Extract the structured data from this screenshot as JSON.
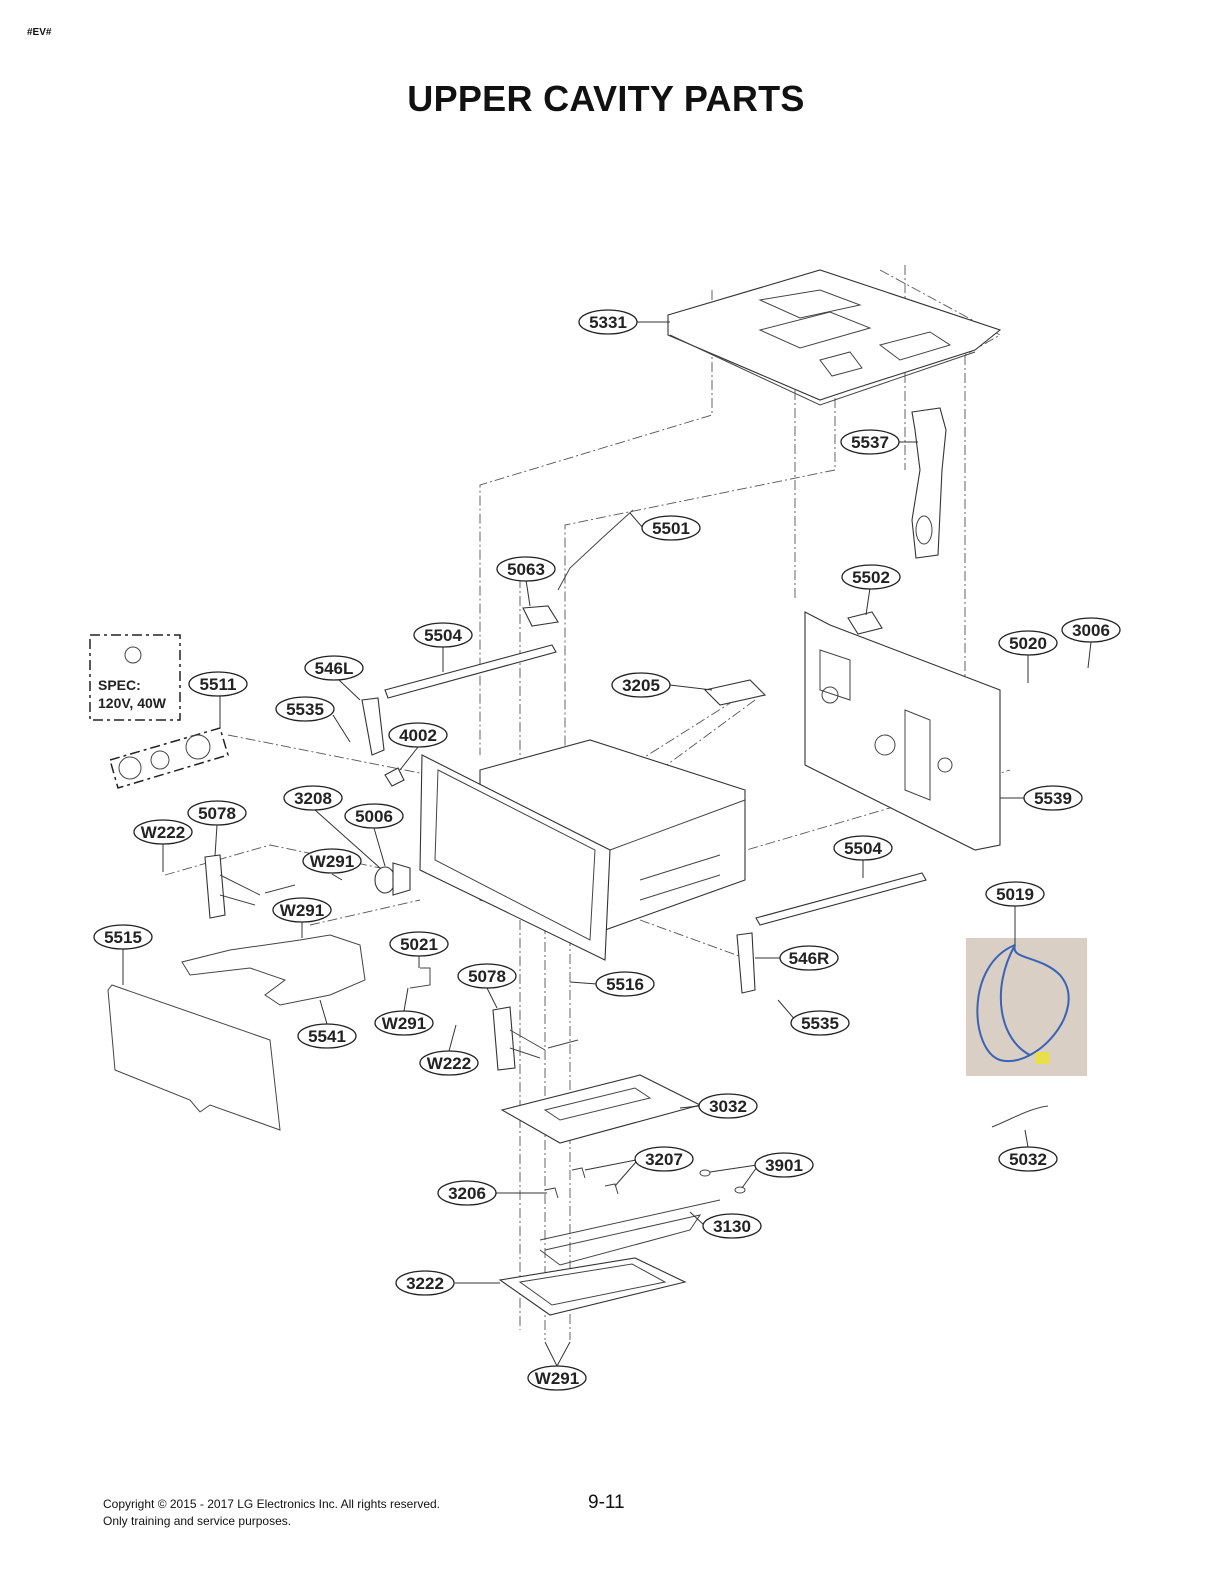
{
  "header": {
    "doc_tag": "#EV#",
    "title": "UPPER CAVITY PARTS"
  },
  "spec_box": {
    "line1": "SPEC:",
    "line2": "120V, 40W"
  },
  "callouts": {
    "c5331": "5331",
    "c5537": "5537",
    "c5501": "5501",
    "c5063": "5063",
    "c5502": "5502",
    "c5504a": "5504",
    "c546L": "546L",
    "c5511": "5511",
    "c5535a": "5535",
    "c4002": "4002",
    "c3205": "3205",
    "c5020": "5020",
    "c3006": "3006",
    "c5539": "5539",
    "c3208": "3208",
    "c5078a": "5078",
    "cW222a": "W222",
    "c5006": "5006",
    "cW291a": "W291",
    "cW291b": "W291",
    "c5504b": "5504",
    "c5019": "5019",
    "c5515": "5515",
    "c5021": "5021",
    "c546R": "546R",
    "c5078b": "5078",
    "c5516": "5516",
    "c5541": "5541",
    "cW291c": "W291",
    "cW222b": "W222",
    "c5535b": "5535",
    "c3032": "3032",
    "c5032": "5032",
    "c3207": "3207",
    "c3901": "3901",
    "c3206": "3206",
    "c3130": "3130",
    "c3222": "3222",
    "cW291d": "W291"
  },
  "footer": {
    "copyright_line1": "Copyright © 2015 - 2017 LG Electronics Inc. All rights reserved.",
    "copyright_line2": "Only training and service purposes.",
    "page_number": "9-11"
  }
}
